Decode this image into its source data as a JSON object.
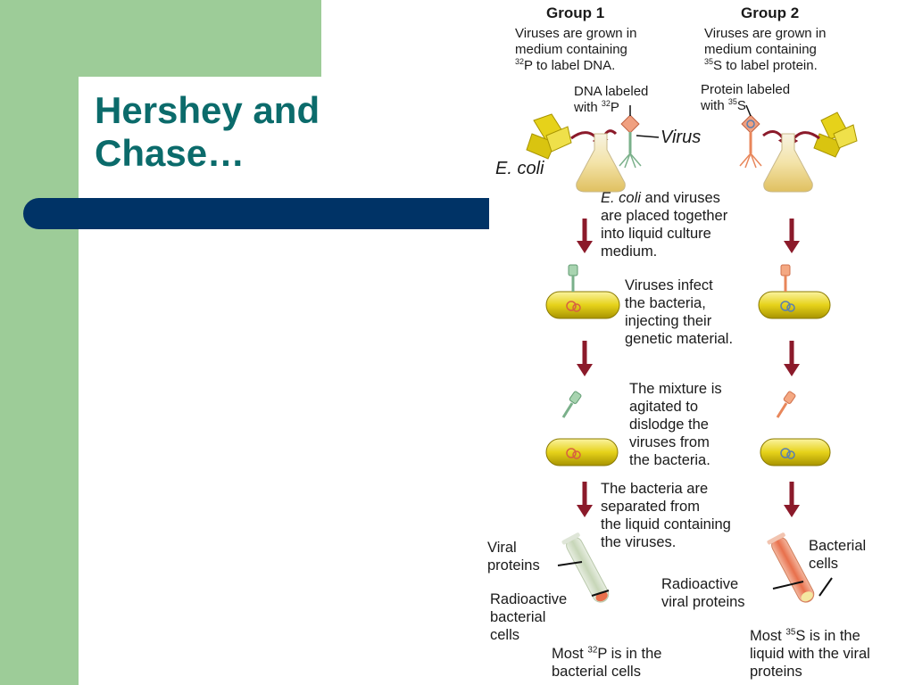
{
  "slide": {
    "title_line1": "Hershey and",
    "title_line2": "Chase…"
  },
  "colors": {
    "green_band": "#9dcc98",
    "title_bar": "#003366",
    "title_text": "#0b6b6b",
    "arrow": "#8b1a2a"
  },
  "diagram": {
    "group1": {
      "heading": "Group 1",
      "desc_line1": "Viruses are grown in",
      "desc_line2": "medium containing",
      "desc_line3_sup": "32",
      "desc_line3_rest": "P to label DNA.",
      "label_line1": "DNA labeled",
      "label_line2_pre": "with ",
      "label_line2_sup": "32",
      "label_line2_post": "P",
      "virus_label": "Virus",
      "ecoli_label": "E. coli"
    },
    "group2": {
      "heading": "Group 2",
      "desc_line1": "Viruses are grown in",
      "desc_line2": "medium containing",
      "desc_line3_sup": "35",
      "desc_line3_rest": "S to label protein.",
      "label_line1": "Protein labeled",
      "label_line2_pre": "with ",
      "label_line2_sup": "35",
      "label_line2_post": "S"
    },
    "step1": {
      "italic": "E. coli",
      "line1_rest": " and viruses",
      "line2": "are placed together",
      "line3": "into liquid culture",
      "line4": "medium."
    },
    "step2": [
      "Viruses infect",
      "the bacteria,",
      "injecting their",
      "genetic material."
    ],
    "step3": [
      "The mixture is",
      "agitated to",
      "dislodge the",
      "viruses from",
      "the bacteria."
    ],
    "step4": [
      "The bacteria are",
      "separated from",
      "the liquid containing",
      "the viruses."
    ],
    "results": {
      "viral_proteins": [
        "Viral",
        "proteins"
      ],
      "radioactive_bacterial_cells": [
        "Radioactive",
        "bacterial",
        "cells"
      ],
      "bacterial_cells": [
        "Bacterial",
        "cells"
      ],
      "radioactive_viral_proteins": [
        "Radioactive",
        "viral proteins"
      ],
      "most32_pre": "Most ",
      "most32_sup": "32",
      "most32_post": "P is in the",
      "most32_line2": "bacterial cells",
      "most35_pre": "Most ",
      "most35_sup": "35",
      "most35_post": "S is in the",
      "most35_line2": "liquid with the viral",
      "most35_line3": "proteins"
    }
  }
}
